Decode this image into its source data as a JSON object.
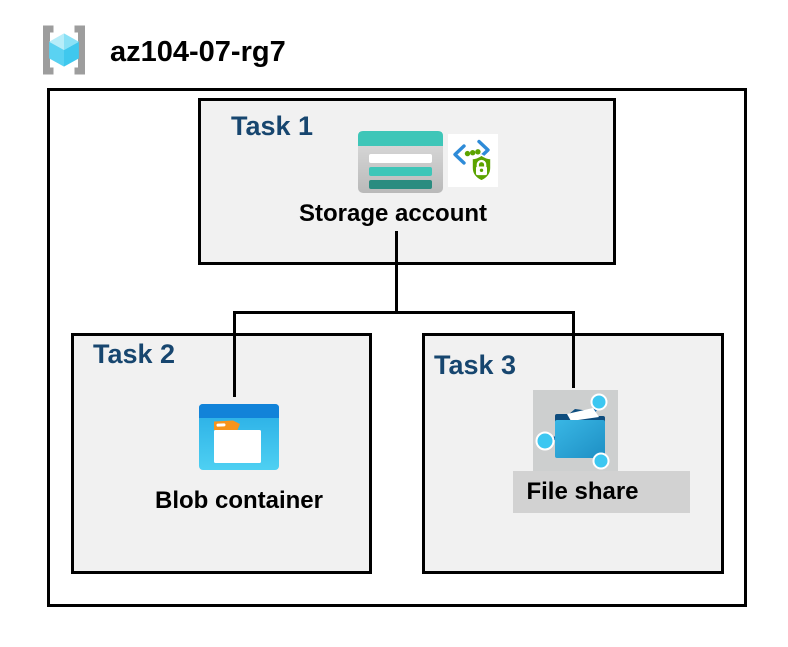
{
  "header": {
    "title": "az104-07-rg7",
    "icon": "azure-resource-group-icon"
  },
  "tasks": [
    {
      "label": "Task 1",
      "resource": "Storage account",
      "icons": [
        "storage-account-icon",
        "sas-shield-lock-icon"
      ]
    },
    {
      "label": "Task 2",
      "resource": "Blob container",
      "icons": [
        "blob-container-icon"
      ]
    },
    {
      "label": "Task 3",
      "resource": "File share",
      "icons": [
        "file-share-icon"
      ]
    }
  ],
  "connections": [
    {
      "from": "Storage account",
      "to": "Blob container"
    },
    {
      "from": "Storage account",
      "to": "File share"
    }
  ],
  "colors": {
    "task_label_blue": "#17466F",
    "box_fill_gray": "#F1F1F1",
    "border_black": "#000000",
    "storage_teal": "#3EC6B8",
    "storage_teal_dark": "#2A8C80",
    "blob_header_blue": "#1283D9",
    "blob_body_blue": "#35BCEA",
    "blob_tab_orange": "#F7941D",
    "file_share_cyan": "#3CC7F1",
    "file_share_navy": "#0E4D7E",
    "sas_green": "#5BA300",
    "sas_bracket_blue": "#2E8BD8",
    "highlight_gray": "#CDCFCF",
    "rg_bracket_gray": "#9D9D9D"
  }
}
